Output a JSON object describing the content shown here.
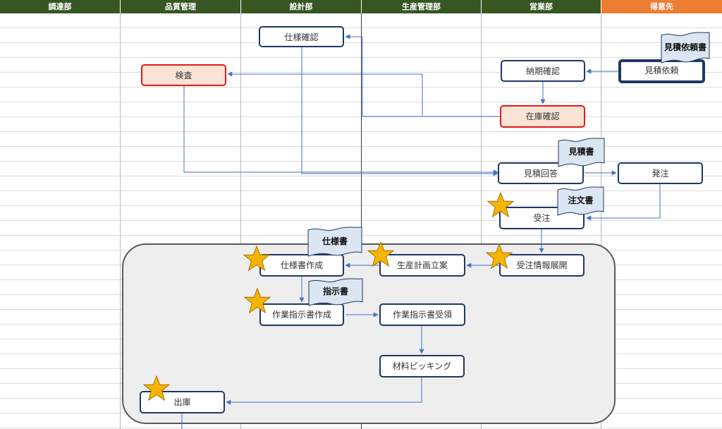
{
  "columns": [
    "調達部",
    "品質管理",
    "設計部",
    "生産管理部",
    "営業部",
    "得意先"
  ],
  "processes": {
    "spec_check": "仕様確認",
    "inspection": "検査",
    "delivery_check": "納期確認",
    "estimate_request": "見積依頼",
    "stock_check": "在庫確認",
    "estimate_answer": "見積回答",
    "purchase_order": "発注",
    "order_receipt": "受注",
    "order_info": "受注情報展開",
    "production_plan": "生産計画立案",
    "spec_creation": "仕様書作成",
    "work_instruction_creation": "作業指示書作成",
    "work_instruction_receipt": "作業指示書受領",
    "picking": "材料ピッキング",
    "shipping": "出庫"
  },
  "documents": {
    "estimate_request_doc": "見積依頼書",
    "estimate_doc": "見積書",
    "order_doc": "注文書",
    "spec_doc": "仕様書",
    "instruction_doc": "指示書"
  },
  "colors": {
    "header": "#375623",
    "customer_header": "#ed7d31",
    "box_border": "#1f3864",
    "highlight_fill": "#fbe4d6",
    "highlight_border": "#e81616",
    "doc_fill": "#dce6f2",
    "arrow": "#4472c4",
    "star": "#f5b400"
  }
}
